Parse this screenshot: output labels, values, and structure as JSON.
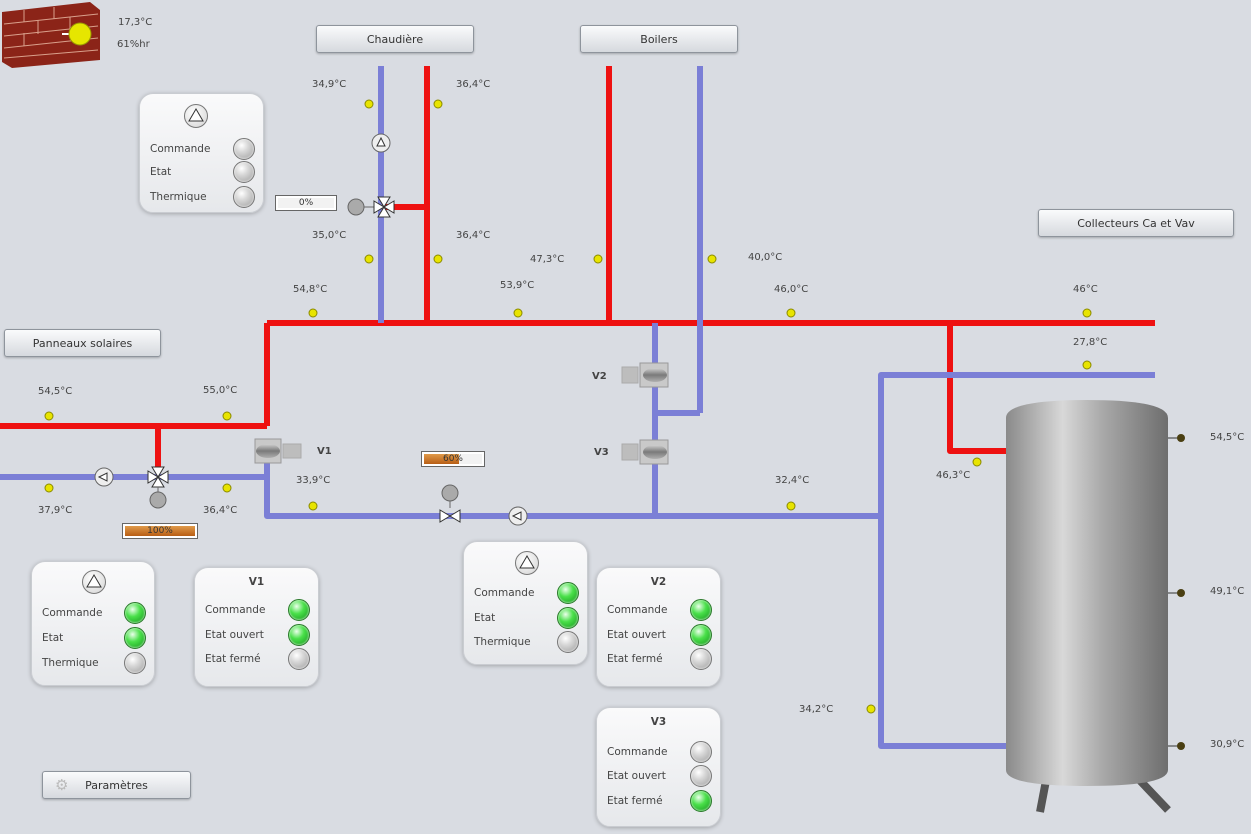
{
  "header": {
    "outdoor_temp": "17,3°C",
    "outdoor_humidity": "61%hr"
  },
  "buttons": {
    "chaudiere": "Chaudière",
    "boilers": "Boilers",
    "collecteurs": "Collecteurs Ca et Vav",
    "panneaux": "Panneaux solaires",
    "parametres": "Paramètres"
  },
  "temps": {
    "chaud_retour_top": "34,9°C",
    "chaud_depart_top": "36,4°C",
    "chaud_retour_low": "35,0°C",
    "chaud_depart_low": "36,4°C",
    "boil_depart": "47,3°C",
    "boil_retour": "40,0°C",
    "main_left": "54,8°C",
    "main_mid": "53,9°C",
    "main_right1": "46,0°C",
    "main_right2": "46°C",
    "return_right": "27,8°C",
    "solar_depart_left": "54,5°C",
    "solar_depart_right": "55,0°C",
    "solar_retour_left": "37,9°C",
    "solar_retour_right": "36,4°C",
    "return_mid_left": "33,9°C",
    "return_mid_right": "32,4°C",
    "tank_inlet": "46,3°C",
    "tank_left_low": "34,2°C",
    "tank_top": "54,5°C",
    "tank_mid": "49,1°C",
    "tank_bottom": "30,9°C"
  },
  "valves": {
    "chaudiere_pct": "0%",
    "chaudiere_fraction": 0,
    "solar_pct": "100%",
    "solar_fraction": 1.0,
    "mid_pct": "60%",
    "mid_fraction": 0.6,
    "v1": "V1",
    "v2": "V2",
    "v3": "V3"
  },
  "panels": {
    "pump_chaud": {
      "rows": [
        {
          "label": "Commande",
          "state": "off"
        },
        {
          "label": "Etat",
          "state": "off"
        },
        {
          "label": "Thermique",
          "state": "off"
        }
      ]
    },
    "pump_solar": {
      "rows": [
        {
          "label": "Commande",
          "state": "on"
        },
        {
          "label": "Etat",
          "state": "on"
        },
        {
          "label": "Thermique",
          "state": "off"
        }
      ]
    },
    "pump_mid": {
      "rows": [
        {
          "label": "Commande",
          "state": "on"
        },
        {
          "label": "Etat",
          "state": "on"
        },
        {
          "label": "Thermique",
          "state": "off"
        }
      ]
    },
    "v1": {
      "title": "V1",
      "rows": [
        {
          "label": "Commande",
          "state": "on"
        },
        {
          "label": "Etat ouvert",
          "state": "on"
        },
        {
          "label": "Etat fermé",
          "state": "off"
        }
      ]
    },
    "v2": {
      "title": "V2",
      "rows": [
        {
          "label": "Commande",
          "state": "on"
        },
        {
          "label": "Etat ouvert",
          "state": "on"
        },
        {
          "label": "Etat fermé",
          "state": "off"
        }
      ]
    },
    "v3": {
      "title": "V3",
      "rows": [
        {
          "label": "Commande",
          "state": "off"
        },
        {
          "label": "Etat ouvert",
          "state": "off"
        },
        {
          "label": "Etat fermé",
          "state": "on"
        }
      ]
    }
  },
  "colors": {
    "hot": "#ee1111",
    "cold": "#7b7fd6",
    "background": "#d9dce2",
    "led_on": "#3fd63f"
  },
  "icons": [
    "brick-wall-icon",
    "sun-icon",
    "pump-icon",
    "three-way-valve-icon",
    "gear-icon",
    "storage-tank-icon"
  ]
}
